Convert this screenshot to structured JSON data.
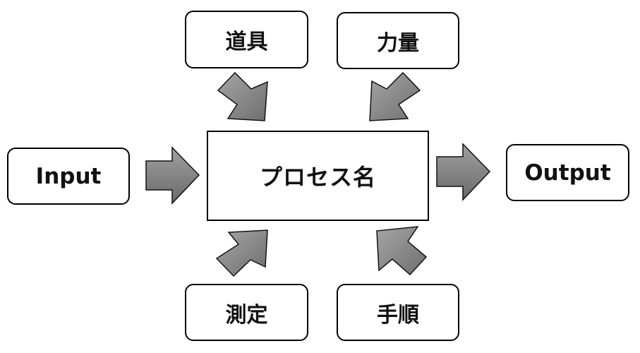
{
  "process": {
    "label": "プロセス名"
  },
  "input": {
    "label": "Input"
  },
  "output": {
    "label": "Output"
  },
  "resources": {
    "tools": "道具",
    "power": "力量",
    "measurement": "測定",
    "procedure": "手順"
  },
  "colors": {
    "arrow_fill_light": "#a6a6a6",
    "arrow_fill_dark": "#6e6e6e",
    "arrow_stroke": "#111111",
    "box_border": "#000000",
    "text": "#111111"
  }
}
